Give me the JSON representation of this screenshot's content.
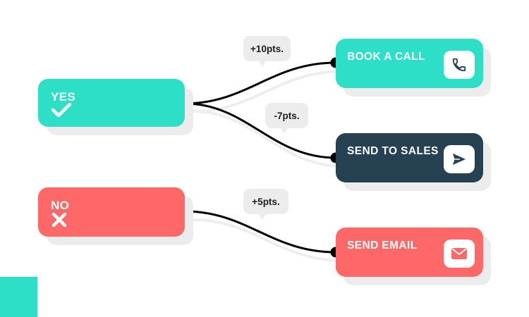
{
  "decisions": {
    "yes": {
      "label": "YES",
      "icon": "check-icon"
    },
    "no": {
      "label": "NO",
      "icon": "x-icon"
    }
  },
  "actions": {
    "book_call": {
      "label": "BOOK A CALL",
      "icon": "phone-icon"
    },
    "send_sales": {
      "label": "SEND TO SALES",
      "icon": "send-icon"
    },
    "send_email": {
      "label": "SEND EMAIL",
      "icon": "mail-icon"
    }
  },
  "scores": {
    "book_call": "+10pts.",
    "send_sales": "-7pts.",
    "send_email": "+5pts."
  },
  "colors": {
    "teal": "#2ddfc6",
    "navy": "#254152",
    "coral": "#fe6868",
    "connector": "#000000",
    "bubble": "#ececec"
  }
}
